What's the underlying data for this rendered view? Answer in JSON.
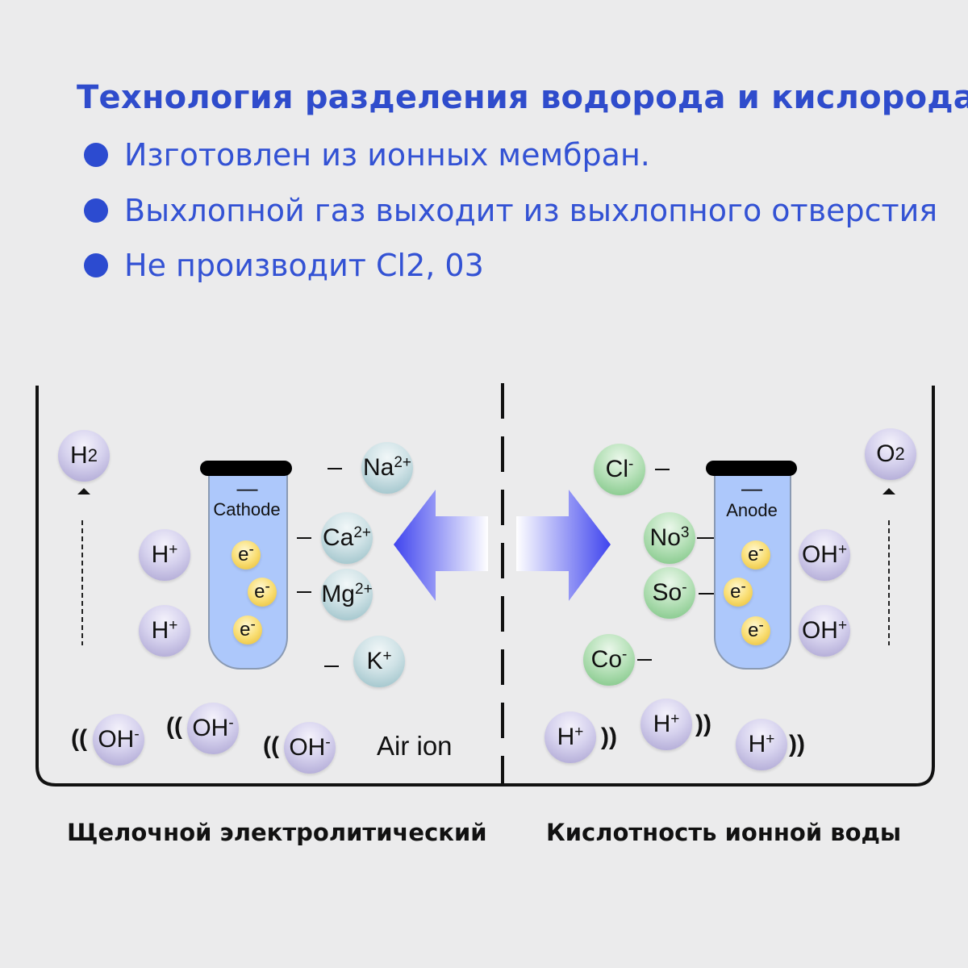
{
  "header": {
    "title": "Технология разделения водорода и кислорода",
    "bullets": [
      "Изготовлен из ионных мембран.",
      "Выхлопной газ выходит из выхлопного отверстия",
      "Не производит Cl2, 03"
    ]
  },
  "diagram": {
    "left": {
      "electrode_label": "Cathode",
      "electrode_sign": "—",
      "gas": {
        "base": "H",
        "sub": "2"
      },
      "cations": [
        {
          "base": "Na",
          "sup": "2+"
        },
        {
          "base": "Ca",
          "sup": "2+"
        },
        {
          "base": "Mg",
          "sup": "2+"
        },
        {
          "base": "K",
          "sup": "+"
        }
      ],
      "h_ions": [
        {
          "base": "H",
          "sup": "+"
        },
        {
          "base": "H",
          "sup": "+"
        }
      ],
      "electrons": [
        {
          "base": "e",
          "sup": "-"
        },
        {
          "base": "e",
          "sup": "-"
        },
        {
          "base": "e",
          "sup": "-"
        }
      ],
      "air_ions": [
        {
          "base": "OH",
          "sup": "-"
        },
        {
          "base": "OH",
          "sup": "-"
        },
        {
          "base": "OH",
          "sup": "-"
        }
      ],
      "wave": "((",
      "air_ion_label": "Air ion",
      "caption": "Щелочной электролитический"
    },
    "right": {
      "electrode_label": "Anode",
      "electrode_sign": "—",
      "gas": {
        "base": "O",
        "sub": "2"
      },
      "anions": [
        {
          "base": "Cl",
          "sup": "-"
        },
        {
          "base": "No",
          "sup": "3"
        },
        {
          "base": "So",
          "sup": "-"
        },
        {
          "base": "Co",
          "sup": "-"
        }
      ],
      "oh_ions": [
        {
          "base": "OH",
          "sup": "+"
        },
        {
          "base": "OH",
          "sup": "+"
        }
      ],
      "electrons": [
        {
          "base": "e",
          "sup": "-"
        },
        {
          "base": "e",
          "sup": "-"
        },
        {
          "base": "e",
          "sup": "-"
        }
      ],
      "air_ions": [
        {
          "base": "H",
          "sup": "+"
        },
        {
          "base": "H",
          "sup": "+"
        },
        {
          "base": "H",
          "sup": "+"
        }
      ],
      "wave": "))",
      "caption": "Кислотность ионной воды"
    },
    "colors": {
      "arrow": "#4a4df0",
      "tube": "#adc8fb",
      "title": "#2f4ccc"
    }
  }
}
